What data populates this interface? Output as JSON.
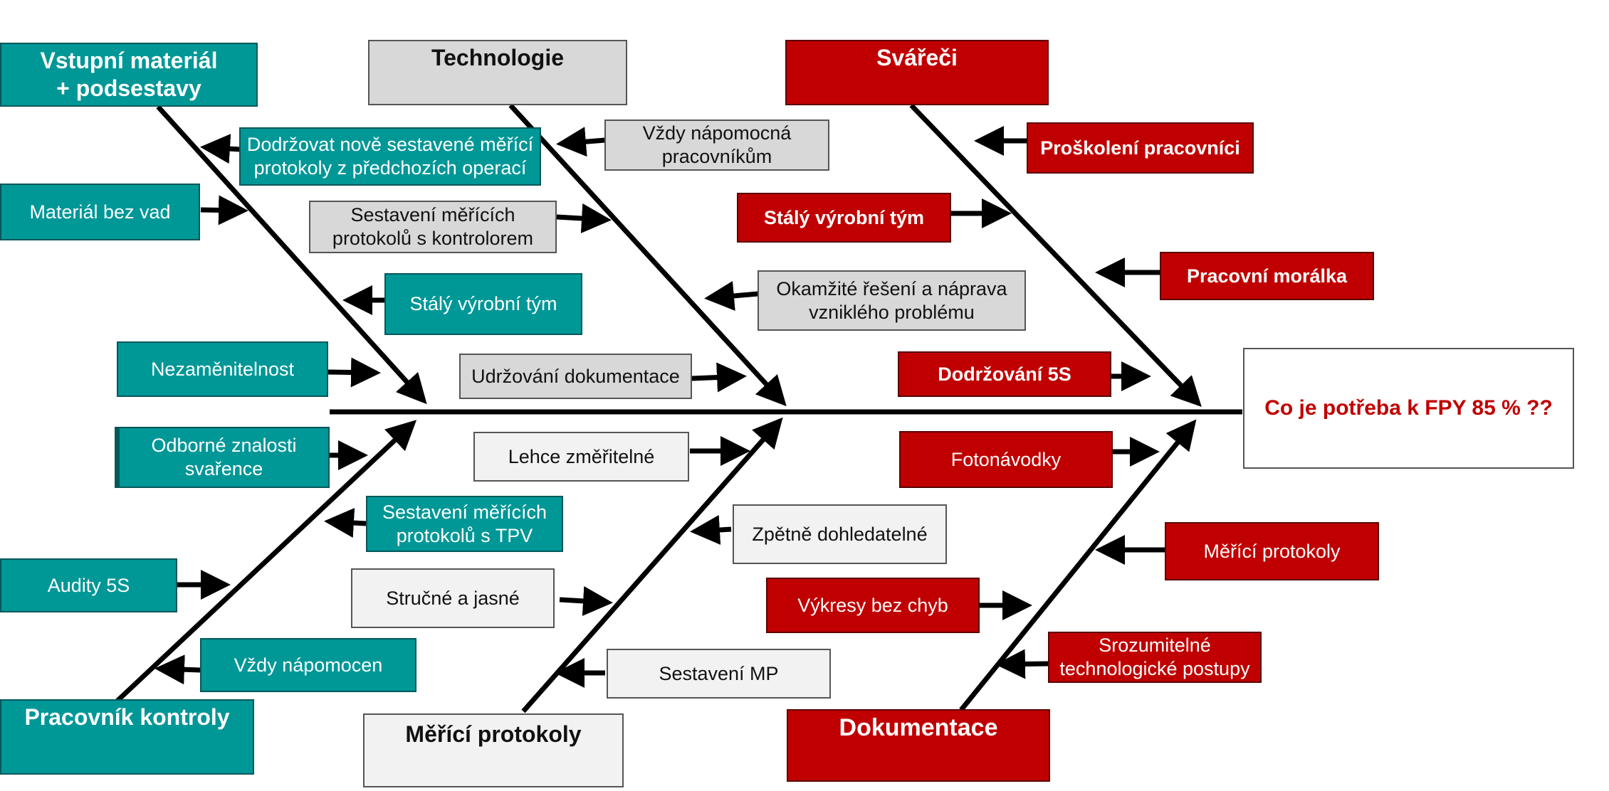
{
  "effect": "Co je potřeba k FPY 85 % ??",
  "categories": {
    "vstupni": "Vstupní materiál\n+ podsestavy",
    "technologie": "Technologie",
    "svareci": "Svářeči",
    "kontrola": "Pracovník kontroly",
    "protokoly": "Měřící protokoly",
    "dokumentace": "Dokumentace"
  },
  "causes": {
    "vstupni": [
      "Dodržovat nově sestavené měřící\nprotokoly z předchozích operací",
      "Materiál bez vad",
      "Stálý výrobní tým",
      "Nezaměnitelnost"
    ],
    "technologie": [
      "Vždy nápomocná\npracovníkům",
      "Sestavení měřících\nprotokolů s kontrolorem",
      "Okamžité řešení a náprava\nvzniklého problému",
      "Udržování dokumentace"
    ],
    "svareci": [
      "Proškolení pracovníci",
      "Stálý výrobní tým",
      "Pracovní morálka",
      "Dodržování 5S"
    ],
    "kontrola": [
      "Odborné znalosti\nsvařence",
      "Sestavení měřících\nprotokolů s TPV",
      "Audity 5S",
      "Vždy nápomocen"
    ],
    "protokoly": [
      "Lehce změřitelné",
      "Zpětně dohledatelné",
      "Stručné a jasné",
      "Sestavení MP"
    ],
    "dokumentace": [
      "Fotonávodky",
      "Měřící protokoly",
      "Výkresy bez chyb",
      "Srozumitelné\ntechnologické postupy"
    ]
  }
}
